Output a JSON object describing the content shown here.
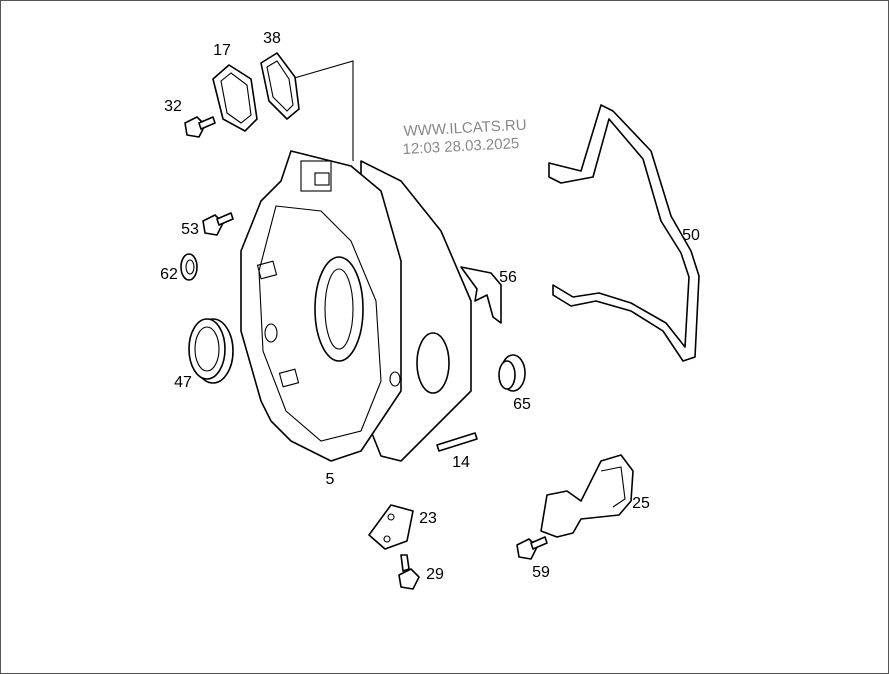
{
  "watermark": {
    "line1": "WWW.ILCATS.RU",
    "line2": "12:03 28.03.2025"
  },
  "callouts": {
    "p17": "17",
    "p38": "38",
    "p32": "32",
    "p53": "53",
    "p62": "62",
    "p47": "47",
    "p5": "5",
    "p14": "14",
    "p56": "56",
    "p50": "50",
    "p65": "65",
    "p23": "23",
    "p29": "29",
    "p25": "25",
    "p59": "59"
  }
}
